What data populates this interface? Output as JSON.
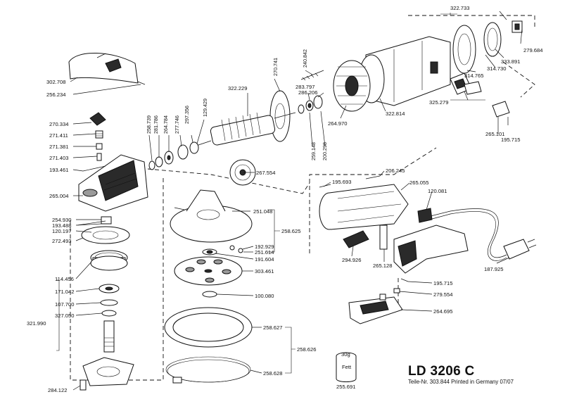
{
  "model": "LD 3206 C",
  "print_note": "Teile-Nr. 303.844 Printed in Germany 07/07",
  "grease_jar": {
    "weight": "30g",
    "label": "Fett",
    "part": "255.691"
  },
  "labels": {
    "p322_733": "322.733",
    "p279_684": "279.684",
    "p333_891": "333.891",
    "p314_765": "314.765",
    "p314_730": "314.730",
    "p325_279": "325.279",
    "p265_101": "265.101",
    "p195_715a": "195.715",
    "p322_814": "322.814",
    "p264_970": "264.970",
    "p240_842": "240.842",
    "p270_741": "270.741",
    "p322_229": "322.229",
    "p283_797": "283.797",
    "p286_206": "286.206",
    "p259_148": "259.148",
    "p200_298": "200.298",
    "p267_554": "267.554",
    "p258_739": "258.739",
    "p281_786": "281.786",
    "p264_784": "264.784",
    "p277_746": "277.746",
    "p297_356": "297.356",
    "p129_429": "129.429",
    "p302_708": "302.708",
    "p256_234": "256.234",
    "p270_334": "270.334",
    "p271_411": "271.411",
    "p271_381": "271.381",
    "p271_403": "271.403",
    "p193_461": "193.461",
    "p265_004": "265.004",
    "p251_048": "251.048",
    "p258_625": "258.625",
    "p192_929": "192.929",
    "p251_614": "251.614",
    "p191_604": "191.604",
    "p303_461": "303.461",
    "p100_080": "100.080",
    "p258_627": "258.627",
    "p258_626": "258.626",
    "p258_628": "258.628",
    "p254_930": "254.930",
    "p193_488": "193.488",
    "p120_197": "120.197",
    "p272_493": "272.493",
    "p114_456": "114.456",
    "p171_042": "171.042",
    "p107_700": "107.700",
    "p327_050": "327.050",
    "p321_990": "321.990",
    "p284_122": "284.122",
    "p206_245": "206.245",
    "p195_693": "195.693",
    "p265_055": "265.055",
    "p120_081": "120.081",
    "p294_926": "294.926",
    "p265_128": "265.128",
    "p187_925": "187.925",
    "p195_715b": "195.715",
    "p279_554": "279.554",
    "p264_695": "264.695"
  }
}
